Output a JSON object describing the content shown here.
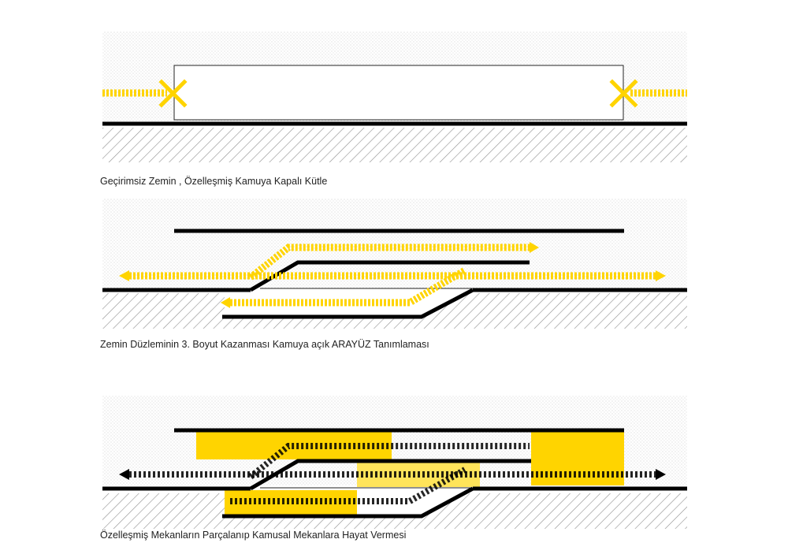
{
  "colors": {
    "accent_yellow": "#ffd400",
    "soft_yellow": "#fff06a",
    "ground_line": "#000000",
    "hatch": "#9a9a9a",
    "dots": "#d8d8d8"
  },
  "diagrams": [
    {
      "caption": "Geçirimsiz Zemin , Özelleşmiş Kamuya Kapalı Kütle",
      "icons": [
        "blocked-cross-icon",
        "blocked-cross-icon"
      ]
    },
    {
      "caption": "Zemin Düzleminin 3. Boyut Kazanması Kamuya açık ARAYÜZ Tanımlaması"
    },
    {
      "caption": "Özelleşmiş Mekanların Parçalanıp  Kamusal Mekanlara Hayat Vermesi"
    }
  ]
}
